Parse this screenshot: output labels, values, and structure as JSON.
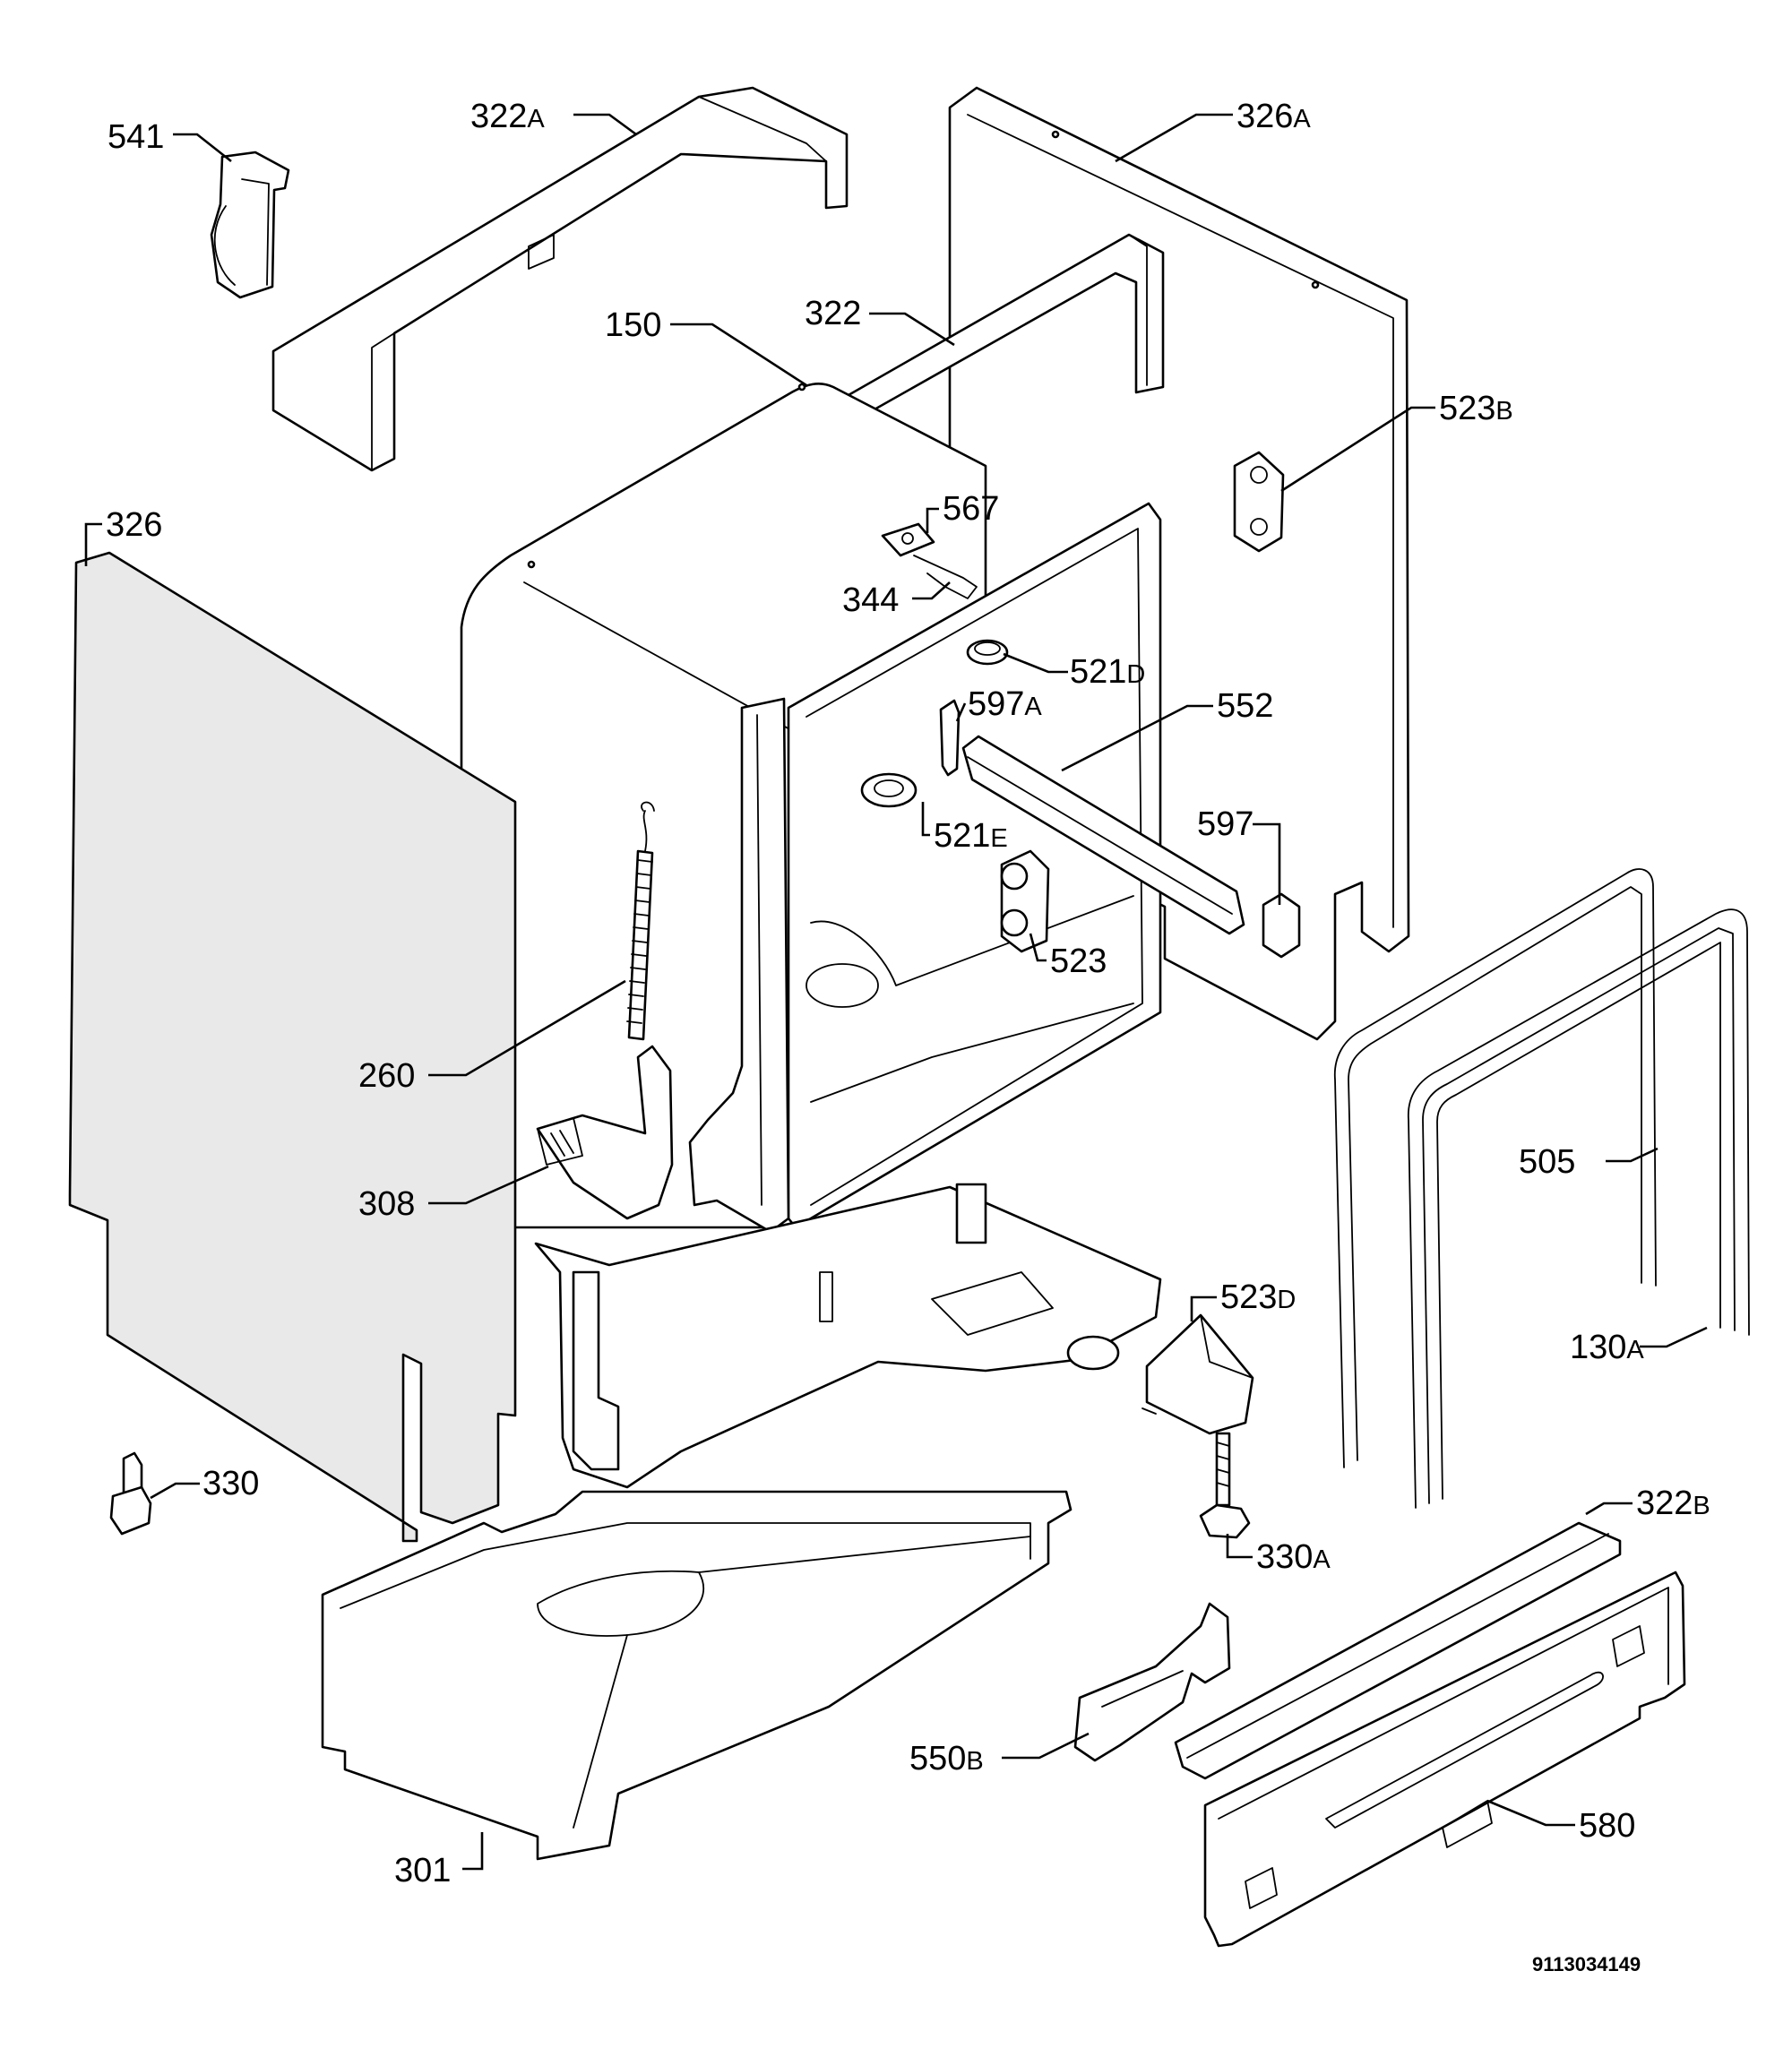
{
  "diagram": {
    "document_number": "9113034149",
    "callouts": [
      {
        "id": "c541",
        "number": "541",
        "suffix": ""
      },
      {
        "id": "c322a",
        "number": "322",
        "suffix": "A"
      },
      {
        "id": "c326a",
        "number": "326",
        "suffix": "A"
      },
      {
        "id": "c150",
        "number": "150",
        "suffix": ""
      },
      {
        "id": "c322",
        "number": "322",
        "suffix": ""
      },
      {
        "id": "c523b",
        "number": "523",
        "suffix": "B"
      },
      {
        "id": "c326",
        "number": "326",
        "suffix": ""
      },
      {
        "id": "c567",
        "number": "567",
        "suffix": ""
      },
      {
        "id": "c344",
        "number": "344",
        "suffix": ""
      },
      {
        "id": "c521d",
        "number": "521",
        "suffix": "D"
      },
      {
        "id": "c597a",
        "number": "597",
        "suffix": "A"
      },
      {
        "id": "c552",
        "number": "552",
        "suffix": ""
      },
      {
        "id": "c521e",
        "number": "521",
        "suffix": "E"
      },
      {
        "id": "c597",
        "number": "597",
        "suffix": ""
      },
      {
        "id": "c523",
        "number": "523",
        "suffix": ""
      },
      {
        "id": "c260",
        "number": "260",
        "suffix": ""
      },
      {
        "id": "c505",
        "number": "505",
        "suffix": ""
      },
      {
        "id": "c308",
        "number": "308",
        "suffix": ""
      },
      {
        "id": "c523d",
        "number": "523",
        "suffix": "D"
      },
      {
        "id": "c130a",
        "number": "130",
        "suffix": "A"
      },
      {
        "id": "c330",
        "number": "330",
        "suffix": ""
      },
      {
        "id": "c322b",
        "number": "322",
        "suffix": "B"
      },
      {
        "id": "c330a",
        "number": "330",
        "suffix": "A"
      },
      {
        "id": "c550b",
        "number": "550",
        "suffix": "B"
      },
      {
        "id": "c580",
        "number": "580",
        "suffix": ""
      },
      {
        "id": "c301",
        "number": "301",
        "suffix": ""
      }
    ]
  }
}
